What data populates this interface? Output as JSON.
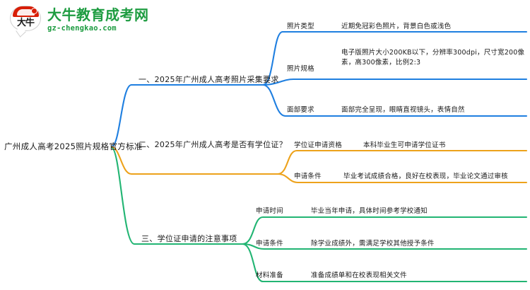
{
  "logo": {
    "mark_text": "大牛",
    "title_cn": "大牛教育成考网",
    "domain": "gz-chengkao.com",
    "brand_green": "#1e9c41",
    "brand_red": "#d81e06"
  },
  "mindmap": {
    "root": "广州成人高考2025照片规格官方标准",
    "colors": {
      "branch1": "#1f7fe0",
      "branch2": "#eda21b",
      "branch3": "#22b573"
    },
    "branches": [
      {
        "title": "一、2025年广州成人高考照片采集要求",
        "color": "#1f7fe0",
        "items": [
          {
            "label": "照片类型",
            "desc": "近期免冠彩色照片，背景白色或浅色"
          },
          {
            "label": "照片规格",
            "desc": "电子版照片大小200KB以下，分辨率300dpi，尺寸宽200像素，高300像素，比例2:3"
          },
          {
            "label": "面部要求",
            "desc": "面部完全呈现，眼睛直视镜头，表情自然"
          }
        ]
      },
      {
        "title": "二、2025年广州成人高考是否有学位证？",
        "color": "#eda21b",
        "items": [
          {
            "label": "学位证申请资格",
            "desc": "本科毕业生可申请学位证书"
          },
          {
            "label": "申请条件",
            "desc": "毕业考试成绩合格，良好在校表现，毕业论文通过审核"
          }
        ]
      },
      {
        "title": "三、学位证申请的注意事项",
        "color": "#22b573",
        "items": [
          {
            "label": "申请时间",
            "desc": "毕业当年申请，具体时间参考学校通知"
          },
          {
            "label": "申请条件",
            "desc": "除学业成绩外，需满足学校其他授予条件"
          },
          {
            "label": "材料准备",
            "desc": "准备成绩单和在校表现相关文件"
          }
        ]
      }
    ]
  }
}
